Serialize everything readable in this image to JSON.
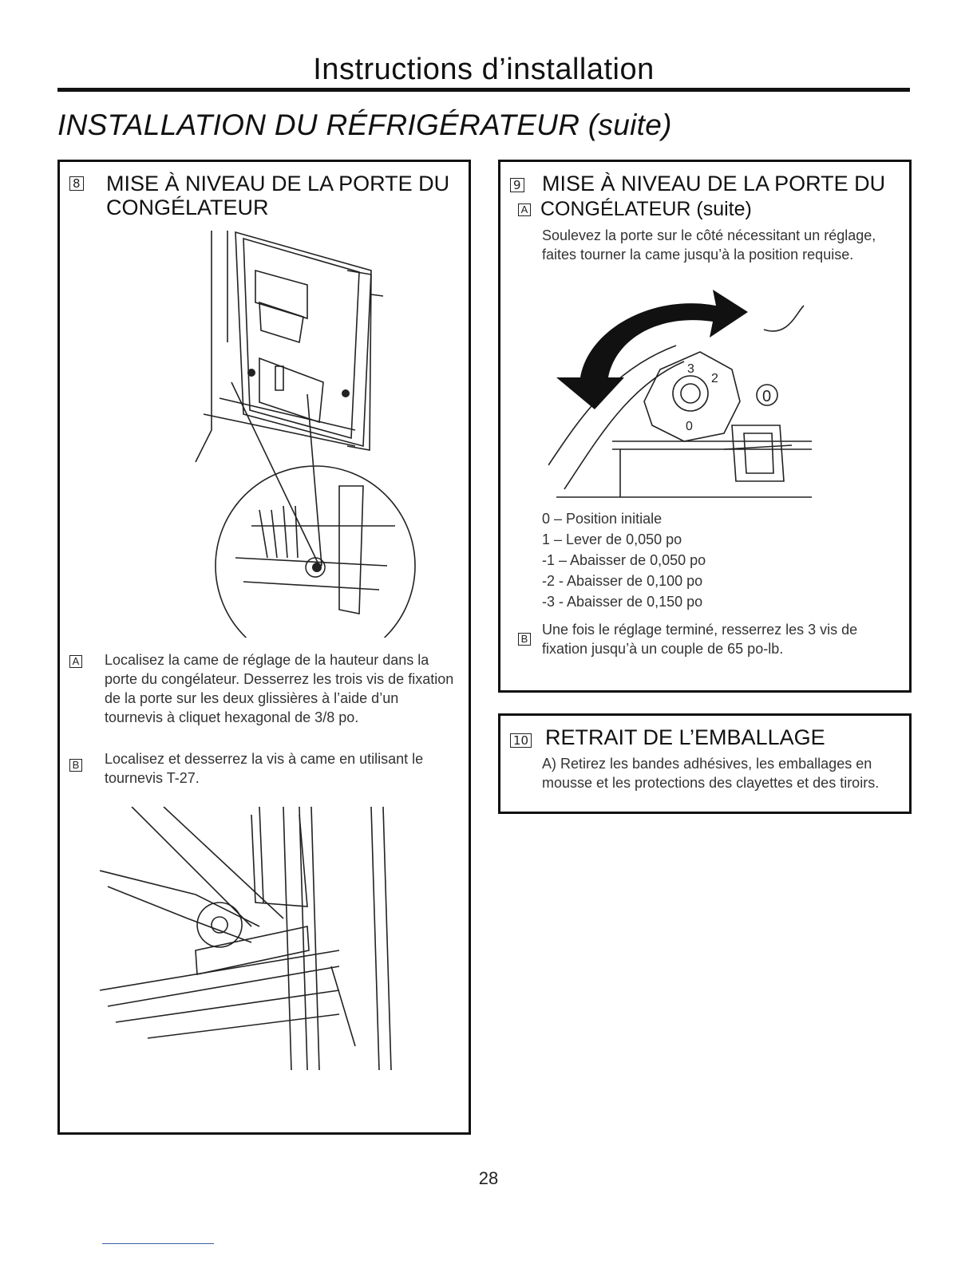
{
  "header": {
    "title": "Instructions d’installation"
  },
  "section": {
    "title": "INSTALLATION DU RÉFRIGÉRATEUR (suite)"
  },
  "step8": {
    "number": "8",
    "heading_line1": "MISE À NIVEAU DE LA PORTE DU",
    "heading_line2": "CONGÉLATEUR",
    "a_label": "A",
    "a_text": "Localisez la came de réglage de la hauteur dans la porte du congélateur. Desserrez les trois vis de fixation de la porte sur les deux glissières à l’aide d’un tournevis à cliquet hexagonal de 3/8 po.",
    "b_label": "B",
    "b_text": "Localisez et desserrez la vis à came en utilisant le tournevis T-27."
  },
  "step9": {
    "number": "9",
    "heading_line1": "MISE À NIVEAU DE LA PORTE DU",
    "heading_line2": "CONGÉLATEUR (suite)",
    "a_label": "A",
    "a_text": "Soulevez la porte sur le côté nécessitant un réglage, faites tourner la came jusqu’à la position requise.",
    "positions": [
      "0 – Position initiale",
      "1 – Lever de 0,050 po",
      "-1 – Abaisser de 0,050 po",
      "-2 - Abaisser de 0,100 po",
      "-3 - Abaisser de 0,150 po"
    ],
    "b_label": "B",
    "b_text": "Une fois le réglage terminé, resserrez les 3 vis de fixation jusqu’à un couple de 65 po-lb.",
    "cam_labels": [
      "0",
      "0",
      "3",
      "2"
    ]
  },
  "step10": {
    "number": "10",
    "heading": "RETRAIT DE L’EMBALLAGE",
    "a_text": "A) Retirez les bandes adhésives, les emballages en mousse et les protections des clayettes et des tiroirs."
  },
  "footer": {
    "page_number": "28"
  }
}
